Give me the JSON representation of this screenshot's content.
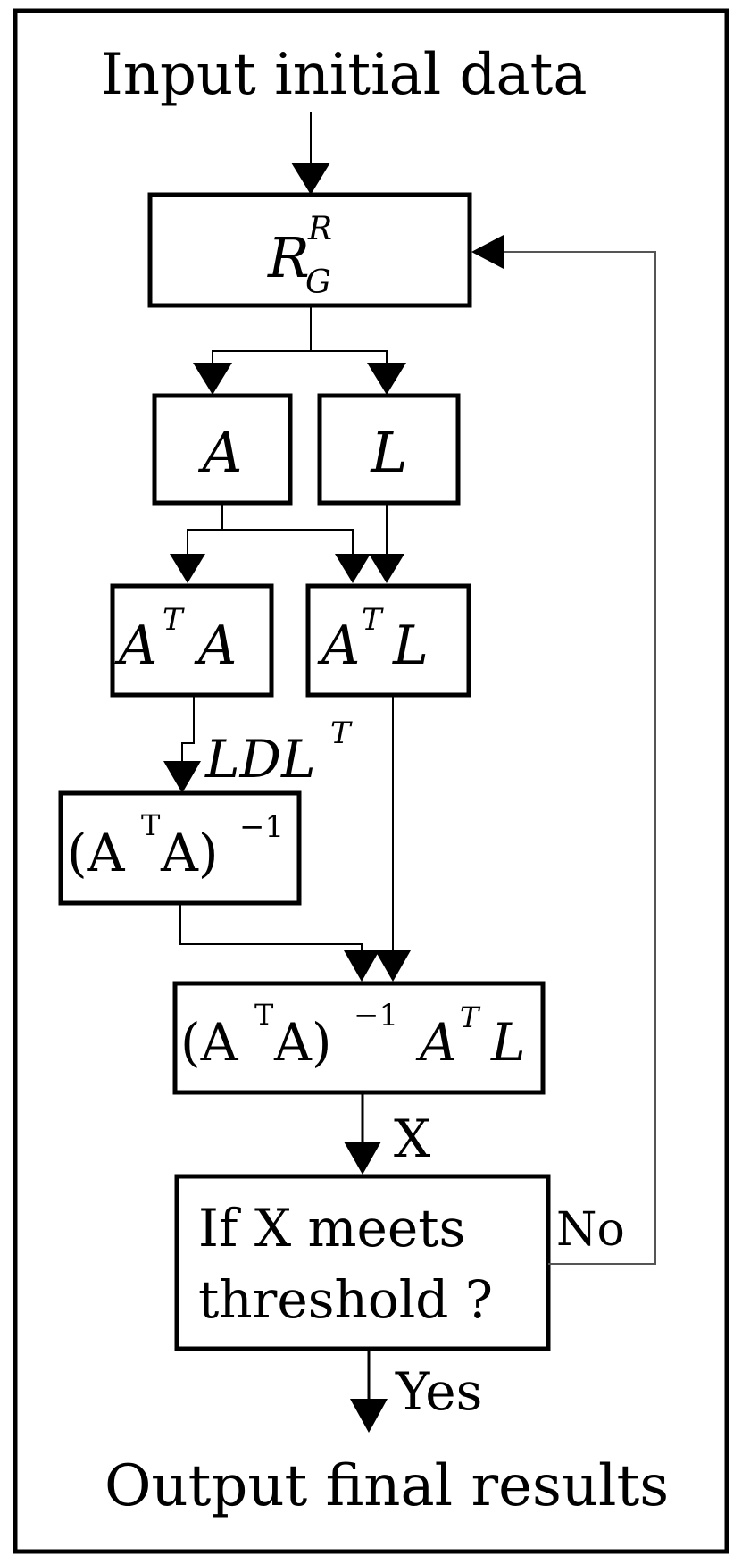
{
  "start_label": "Input initial data",
  "end_label": "Output final results",
  "nodes": {
    "rgr": {
      "base": "R",
      "sup": "R",
      "sub": "G"
    },
    "a": {
      "text": "A"
    },
    "l": {
      "text": "L"
    },
    "ata": {
      "a1": "A",
      "t": "T",
      "a2": "A"
    },
    "atl": {
      "a": "A",
      "t": "T",
      "l": "L"
    },
    "ata_inv": {
      "open": "(A",
      "t": "T",
      "close": "A)",
      "exp": "−1"
    },
    "solution": {
      "open": "(A",
      "t": "T",
      "close": "A)",
      "exp": "−1",
      "a": "A",
      "t2": "T",
      "l": "L"
    },
    "decision": {
      "line1": "If X meets",
      "line2": "threshold ?"
    }
  },
  "edge_labels": {
    "ldlt": {
      "base": "LDL",
      "sup": "T"
    },
    "x": "X",
    "yes": "Yes",
    "no": "No"
  }
}
